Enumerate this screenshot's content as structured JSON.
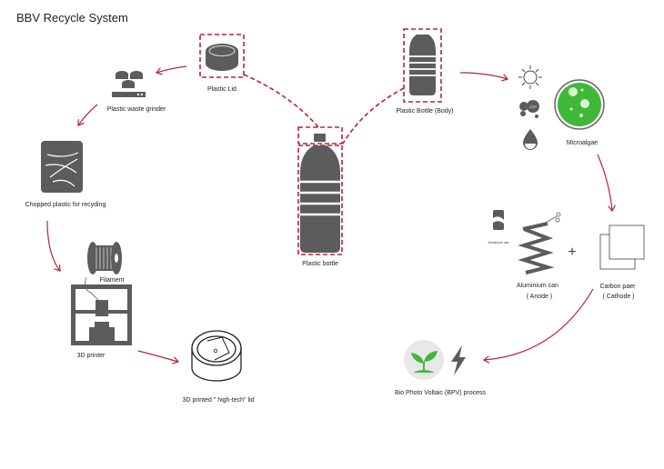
{
  "title": "BBV Recycle System",
  "colors": {
    "arrow": "#b5252e",
    "icon": "#5c5c5c",
    "algae": "#3fb83a"
  },
  "nodes": {
    "plastic_lid": "Plastic Lid",
    "grinder": "Plastic waste grinder",
    "chopped": "Chopped plastic for recyding",
    "filament": "Filament",
    "printer": "3D printer",
    "printed_lid": "3D printed \" high-tech\" lid",
    "plastic_bottle": "Plastic bottle",
    "bottle_body": "Plastic Bottle (Body)",
    "co2": "CO²",
    "microalgae": "Microalgae",
    "can_small": "Aluminium can",
    "anode_line1": "Aluminium can",
    "anode_line2": "( Anode )",
    "plus": "+",
    "cathode_line1": "Carbon paer",
    "cathode_line2": "( Cathode )",
    "bpv": "Bio Photo Voltaic (BPV) process"
  }
}
